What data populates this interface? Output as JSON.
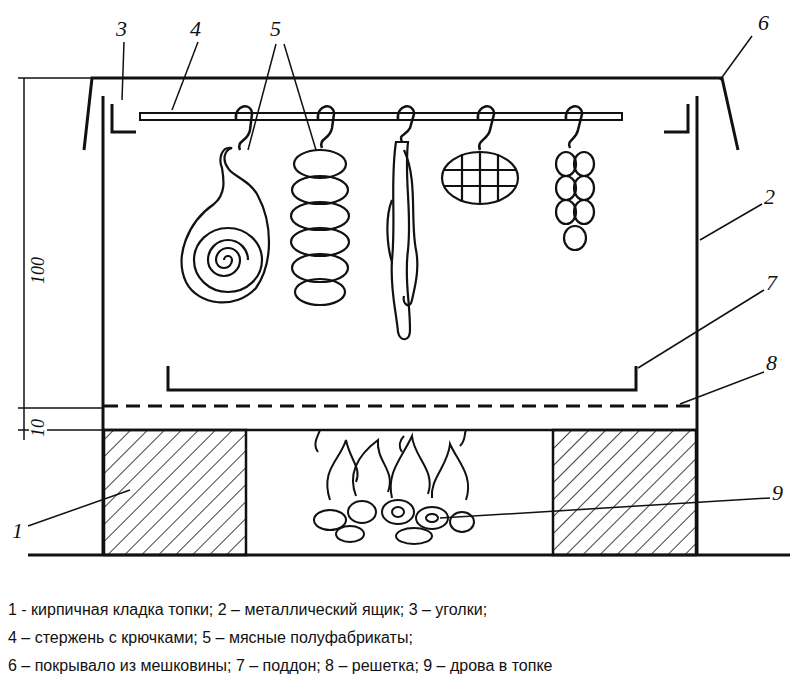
{
  "diagram": {
    "labels": [
      "3",
      "4",
      "5",
      "6",
      "2",
      "7",
      "8",
      "1",
      "9",
      "100",
      "10",
      "1 - кирпичная кладка топки; 2 – металлический ящик; 3 – уголки;",
      "4 – стержень с крючками; 5 – мясные полуфабрикаты;",
      "6 – покрывало из мешковины; 7 – поддон; 8 – решетка; 9 – дрова в топке"
    ]
  }
}
